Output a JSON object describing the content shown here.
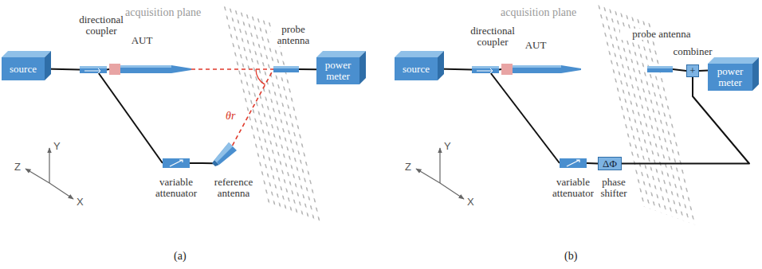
{
  "diagram": {
    "nodes": [
      {
        "text": [
          "source"
        ]
      },
      {
        "text": [
          "directional coupler"
        ]
      },
      {
        "text": [
          "AUT"
        ]
      },
      {
        "text": [
          "probe antenna"
        ]
      },
      {
        "text": [
          "power meter"
        ]
      },
      {
        "text": [
          "variable attenuator"
        ]
      },
      {
        "text": [
          "reference antenna"
        ]
      },
      {
        "text": [
          "source"
        ]
      },
      {
        "text": [
          "directional coupler"
        ]
      },
      {
        "text": [
          "AUT"
        ]
      },
      {
        "text": [
          "probe antenna"
        ]
      },
      {
        "text": [
          "combiner",
          "+"
        ]
      },
      {
        "text": [
          "power meter"
        ]
      },
      {
        "text": [
          "variable attenuator"
        ]
      },
      {
        "text": [
          "phase shifter",
          "ΔΦ"
        ]
      }
    ],
    "edges": [
      {
        "from": 0,
        "to": 1,
        "arrow": "none"
      },
      {
        "from": 1,
        "to": 2,
        "arrow": "none"
      },
      {
        "from": 2,
        "to": 3,
        "arrow": "none"
      },
      {
        "from": 3,
        "to": 4,
        "arrow": "none"
      },
      {
        "from": 1,
        "to": 5,
        "arrow": "none"
      },
      {
        "from": 5,
        "to": 6,
        "arrow": "none"
      },
      {
        "from": 6,
        "to": 3,
        "arrow": "none"
      },
      {
        "from": 7,
        "to": 8,
        "arrow": "none"
      },
      {
        "from": 8,
        "to": 9,
        "arrow": "none"
      },
      {
        "from": 10,
        "to": 11,
        "arrow": "none"
      },
      {
        "from": 11,
        "to": 12,
        "arrow": "none"
      },
      {
        "from": 8,
        "to": 13,
        "arrow": "none"
      },
      {
        "from": 13,
        "to": 14,
        "arrow": "none"
      },
      {
        "from": 14,
        "to": 11,
        "arrow": "none"
      }
    ],
    "labels": [
      "acquisition plane",
      "θr",
      "Y",
      "Z",
      "X",
      "(a)",
      "acquisition plane",
      "Y",
      "Z",
      "X",
      "(b)"
    ]
  }
}
